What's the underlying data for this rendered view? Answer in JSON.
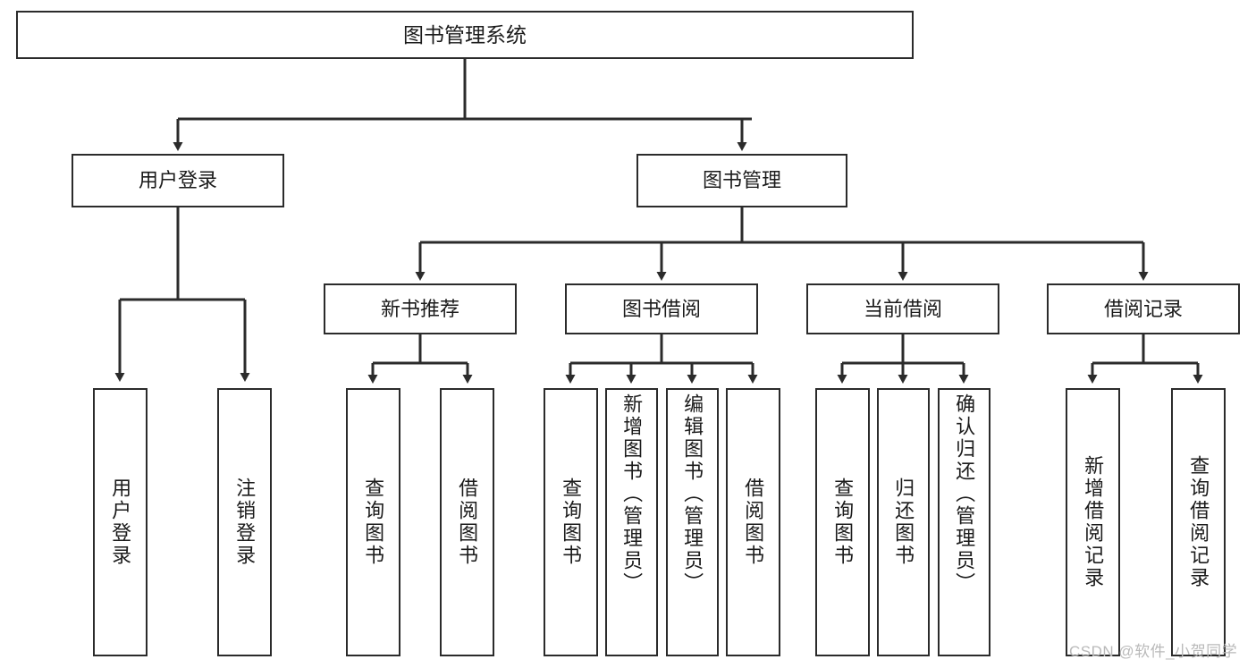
{
  "diagram": {
    "title_node": {
      "label": "图书管理系统"
    },
    "level2": [
      {
        "id": "user-login",
        "label": "用户登录"
      },
      {
        "id": "book-manage",
        "label": "图书管理"
      }
    ],
    "level3": [
      {
        "id": "new-book-recommend",
        "label": "新书推荐"
      },
      {
        "id": "book-borrow",
        "label": "图书借阅"
      },
      {
        "id": "current-borrow",
        "label": "当前借阅"
      },
      {
        "id": "borrow-record",
        "label": "借阅记录"
      }
    ],
    "leaves": [
      {
        "id": "leaf-user-login",
        "label": "用户登录"
      },
      {
        "id": "leaf-logout-login",
        "label": "注销登录"
      },
      {
        "id": "leaf-query-book-1",
        "label": "查询图书"
      },
      {
        "id": "leaf-borrow-book-1",
        "label": "借阅图书"
      },
      {
        "id": "leaf-query-book-2",
        "label": "查询图书"
      },
      {
        "id": "leaf-add-book",
        "label": "新增图书（管理员）"
      },
      {
        "id": "leaf-edit-book",
        "label": "编辑图书（管理员）"
      },
      {
        "id": "leaf-borrow-book-2",
        "label": "借阅图书"
      },
      {
        "id": "leaf-query-book-3",
        "label": "查询图书"
      },
      {
        "id": "leaf-return-book",
        "label": "归还图书"
      },
      {
        "id": "leaf-confirm-return",
        "label": "确认归还（管理员）"
      },
      {
        "id": "leaf-add-borrow-record",
        "label": "新增借阅记录"
      },
      {
        "id": "leaf-query-borrow-record",
        "label": "查询借阅记录"
      }
    ],
    "colors": {
      "stroke": "#2b2b2b",
      "fill": "#ffffff",
      "text": "#1b1b1b",
      "watermark": "#b9b9b9"
    }
  },
  "watermark": {
    "text": "CSDN @软件_小贺同学"
  }
}
